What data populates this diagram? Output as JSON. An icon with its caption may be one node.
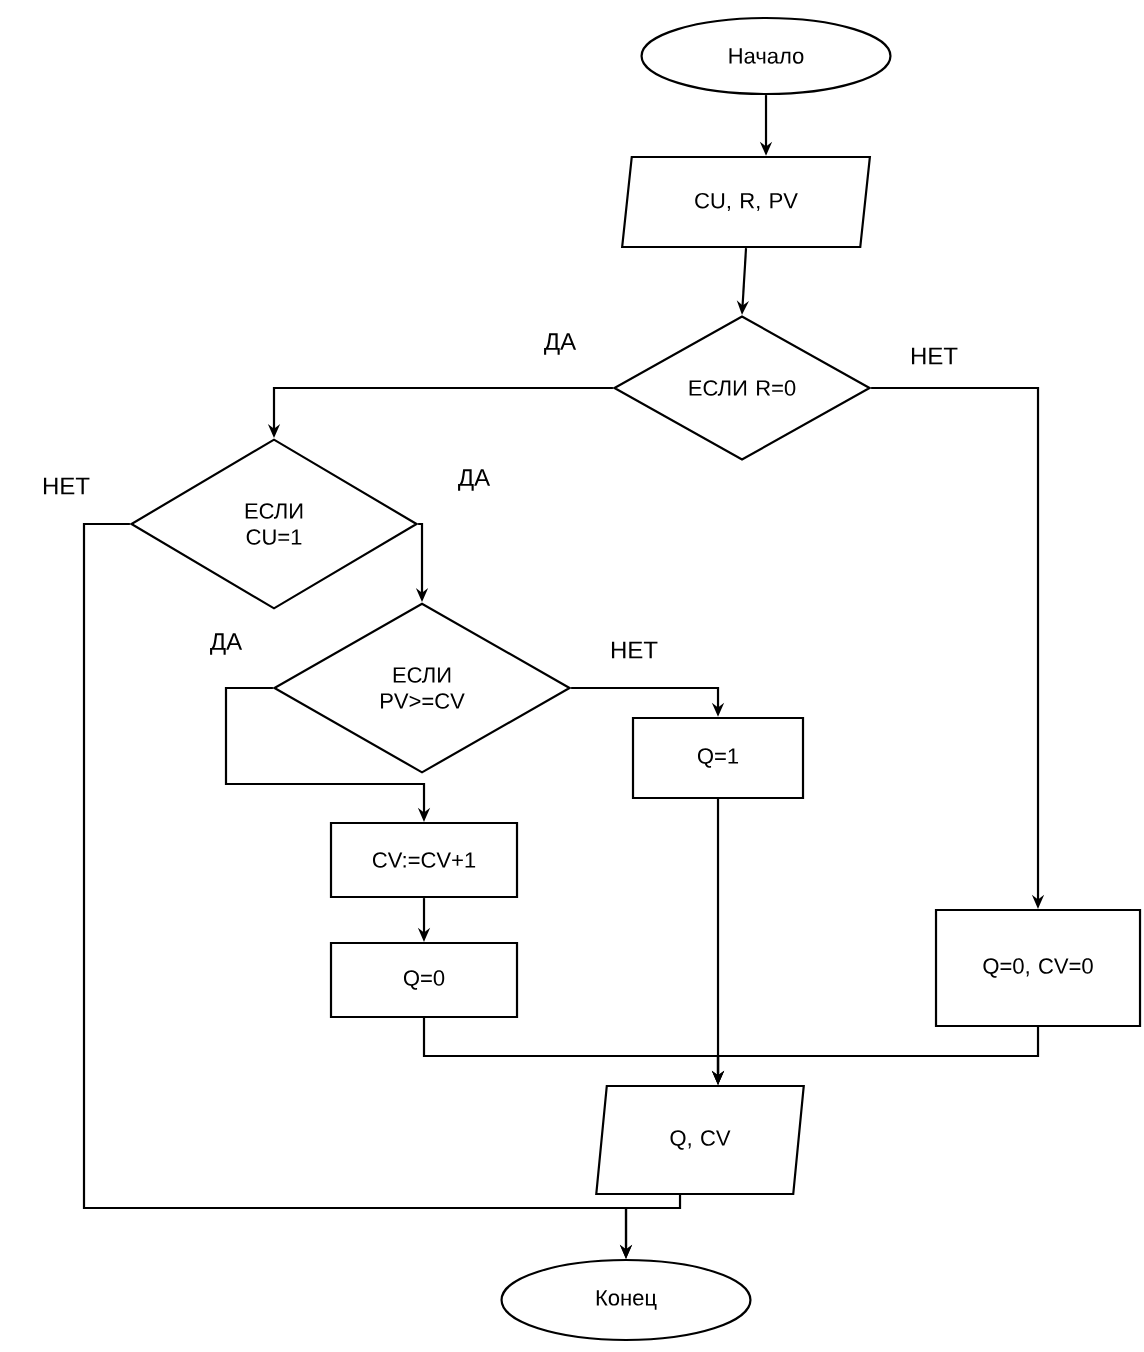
{
  "diagram": {
    "nodes": [
      {
        "text": [
          "Начало"
        ]
      },
      {
        "text": [
          "CU, R, PV"
        ]
      },
      {
        "text": [
          "ЕСЛИ R=0"
        ]
      },
      {
        "text": [
          "ЕСЛИ CU=1"
        ]
      },
      {
        "text": [
          "ЕСЛИ PV>=CV"
        ]
      },
      {
        "text": [
          "Q=1"
        ]
      },
      {
        "text": [
          "CV:=CV+1"
        ]
      },
      {
        "text": [
          "Q=0"
        ]
      },
      {
        "text": [
          "Q=0, CV=0"
        ]
      },
      {
        "text": [
          "Q, CV"
        ]
      },
      {
        "text": [
          "Конец"
        ]
      }
    ],
    "edges": [
      {
        "from": 0,
        "to": 1,
        "arrow": "to"
      },
      {
        "from": 1,
        "to": 2,
        "arrow": "to"
      },
      {
        "from": 2,
        "to": 3,
        "arrow": "to",
        "label": "ДА"
      },
      {
        "from": 2,
        "to": 8,
        "arrow": "to",
        "label": "НЕТ"
      },
      {
        "from": 3,
        "to": 4,
        "arrow": "to",
        "label": "ДА"
      },
      {
        "from": 3,
        "to": 10,
        "arrow": "to",
        "label": "НЕТ"
      },
      {
        "from": 4,
        "to": 6,
        "arrow": "to",
        "label": "ДА"
      },
      {
        "from": 4,
        "to": 5,
        "arrow": "to",
        "label": "НЕТ"
      },
      {
        "from": 6,
        "to": 7,
        "arrow": "to"
      },
      {
        "from": 7,
        "to": 9,
        "arrow": "to"
      },
      {
        "from": 5,
        "to": 9,
        "arrow": "to"
      },
      {
        "from": 8,
        "to": 9,
        "arrow": "to"
      },
      {
        "from": 9,
        "to": 10,
        "arrow": "to"
      }
    ]
  }
}
